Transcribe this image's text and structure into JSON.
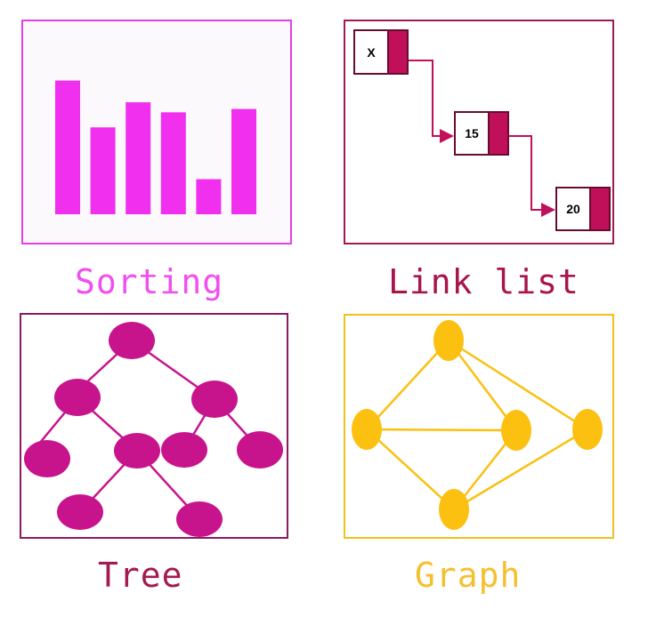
{
  "colors": {
    "sorting": "#f030ee",
    "linklist": "#c0105a",
    "tree": "#c8148c",
    "graph": "#fcc010"
  },
  "panels": {
    "sorting": {
      "caption": "Sorting"
    },
    "linklist": {
      "caption": "Link list",
      "nodes": [
        "X",
        "15",
        "20"
      ]
    },
    "tree": {
      "caption": "Tree"
    },
    "graph": {
      "caption": "Graph"
    }
  },
  "sorting_bars": [
    0.8,
    0.52,
    0.67,
    0.61,
    0.21,
    0.63
  ]
}
